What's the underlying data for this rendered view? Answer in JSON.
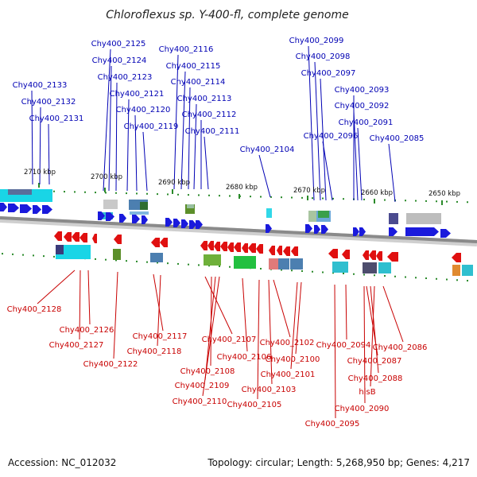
{
  "title": "Chloroflexus sp. Y-400-fl, complete genome",
  "footer": {
    "accession": "Accession: NC_012032",
    "stats": "Topology: circular; Length: 5,268,950 bp; Genes: 4,217"
  },
  "colors": {
    "forward_gene": "#1a1adc",
    "reverse_gene": "#e01010",
    "forward_label": "#0000b4",
    "reverse_label": "#c80000",
    "backbone": "#9a9a9a",
    "tick": "#2a8a2a"
  },
  "scale_labels": [
    "2710 kbp",
    "2700 kbp",
    "2690 kbp",
    "2680 kbp",
    "2670 kbp",
    "2660 kbp",
    "2650 kbp"
  ],
  "top_labels": [
    "Chy400_2133",
    "Chy400_2132",
    "Chy400_2131",
    "Chy400_2125",
    "Chy400_2124",
    "Chy400_2123",
    "Chy400_2121",
    "Chy400_2120",
    "Chy400_2119",
    "Chy400_2116",
    "Chy400_2115",
    "Chy400_2114",
    "Chy400_2113",
    "Chy400_2112",
    "Chy400_2111",
    "Chy400_2104",
    "Chy400_2099",
    "Chy400_2098",
    "Chy400_2097",
    "Chy400_2096",
    "Chy400_2093",
    "Chy400_2092",
    "Chy400_2091",
    "Chy400_2085"
  ],
  "bottom_labels": [
    "Chy400_2128",
    "Chy400_2126",
    "Chy400_2127",
    "Chy400_2122",
    "Chy400_2117",
    "Chy400_2118",
    "Chy400_2107",
    "Chy400_2108",
    "Chy400_2109",
    "Chy400_2110",
    "Chy400_2106",
    "Chy400_2105",
    "Chy400_2103",
    "Chy400_2102",
    "Chy400_2101",
    "Chy400_2100",
    "Chy400_2094",
    "Chy400_2095",
    "Chy400_2087",
    "Chy400_2088",
    "Chy400_2086",
    "hisB",
    "Chy400_2090"
  ]
}
